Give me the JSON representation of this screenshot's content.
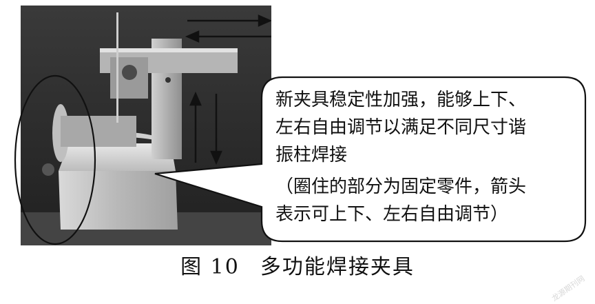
{
  "note": {
    "lines": [
      "新夹具稳定性加强，能够上下、",
      "左右自由调节以满足不同尺寸谐",
      "振柱焊接",
      "（圈住的部分为固定零件，箭头",
      "表示可上下、左右自由调节）"
    ]
  },
  "caption": {
    "number": "图 10",
    "title": "多功能焊接夹具"
  },
  "watermark": "龙源期刊网",
  "colors": {
    "photo_bg": "#2a2a2a",
    "metal": "#bdbdbd",
    "ink": "#111111"
  }
}
